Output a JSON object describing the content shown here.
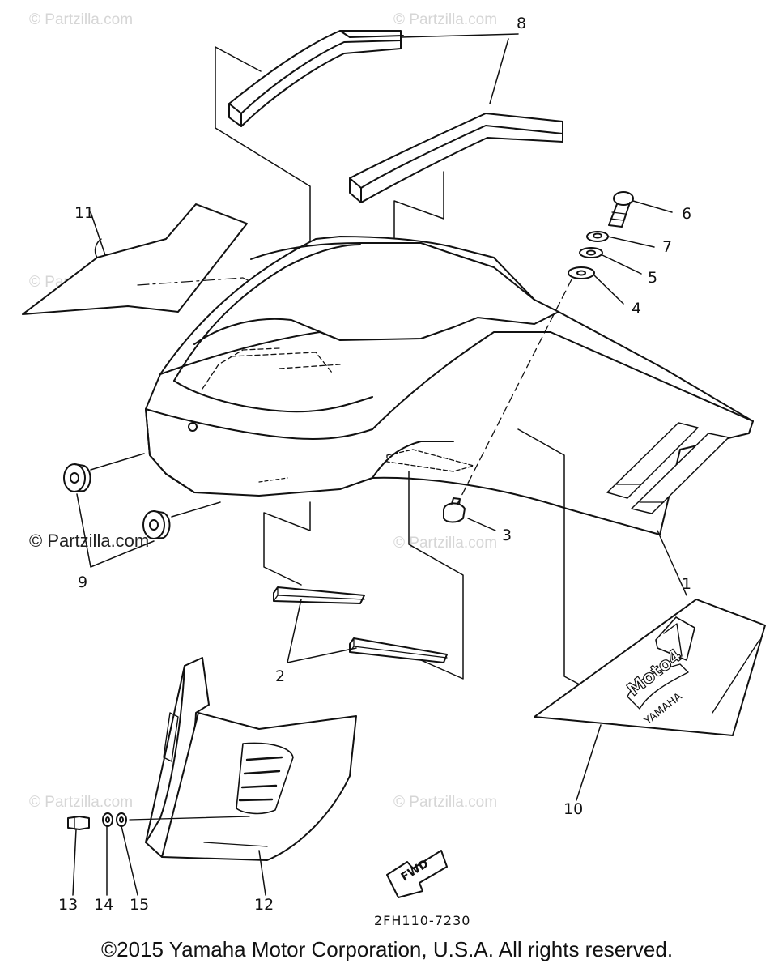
{
  "watermark": {
    "text": "© Partzilla.com",
    "prominent_text": "© Partzilla.com"
  },
  "callouts": [
    "1",
    "2",
    "3",
    "4",
    "5",
    "6",
    "7",
    "8",
    "9",
    "10",
    "11",
    "12",
    "13",
    "14",
    "15"
  ],
  "decal_text": {
    "brand": "Moto4",
    "maker": "YAMAHA"
  },
  "fwd_label": "FWD",
  "diagram_code": "2FH110-7230",
  "copyright": "©2015 Yamaha Motor Corporation, U.S.A. All rights reserved."
}
